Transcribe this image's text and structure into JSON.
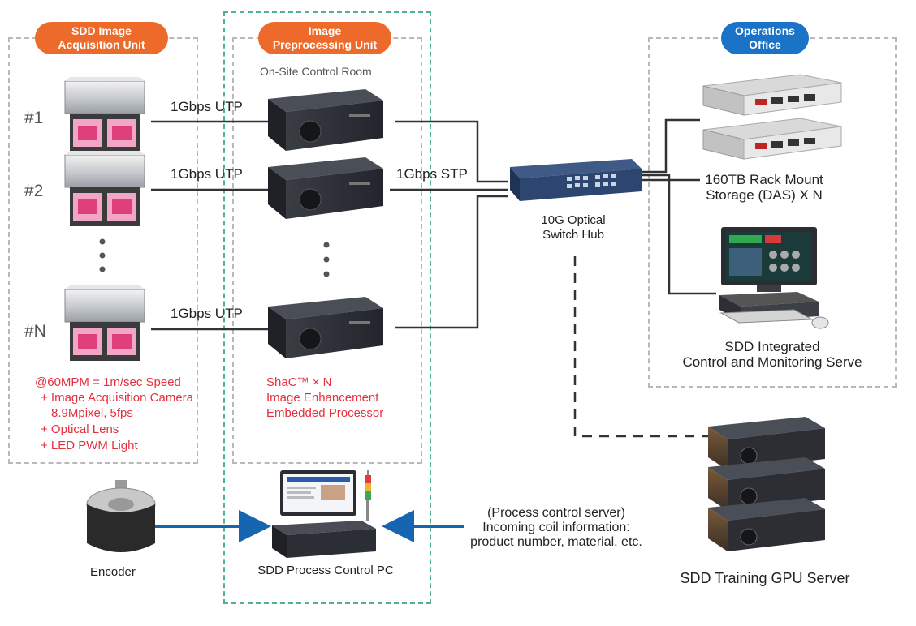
{
  "units": {
    "acquisition": "SDD Image\nAcquisition Unit",
    "preprocessing": "Image\nPreprocessing Unit",
    "operations": "Operations\nOffice"
  },
  "control_room": "On-Site Control Room",
  "cameras": [
    "#1",
    "#2",
    "#N"
  ],
  "links": {
    "utp1": "1Gbps UTP",
    "utp2": "1Gbps UTP",
    "utp3": "1Gbps UTP",
    "stp": "1Gbps STP"
  },
  "switch_label": "10G Optical\nSwitch Hub",
  "storage_label": "160TB Rack Mount\nStorage (DAS) X N",
  "monitor_label": "SDD Integrated\nControl and Monitoring Serve",
  "camera_specs": [
    "@60MPM = 1m/sec Speed",
    "+ Image Acquisition Camera",
    "8.9Mpixel, 5fps",
    "+ Optical Lens",
    "+ LED PWM Light"
  ],
  "processor_specs": [
    "ShaC™ × N",
    "Image Enhancement",
    "Embedded Processor"
  ],
  "encoder_label": "Encoder",
  "pc_label": "SDD Process Control PC",
  "process_server_text": [
    "(Process control server)",
    "Incoming coil information:",
    "product number, material, etc."
  ],
  "gpu_label": "SDD Training GPU Server",
  "colors": {
    "orange": "#ee6a2a",
    "blue": "#1a73c6",
    "green_dash": "#4fb38d",
    "grey_dash": "#b9b9b9",
    "spec_red": "#e5303f",
    "arrow_blue": "#1565b0"
  }
}
